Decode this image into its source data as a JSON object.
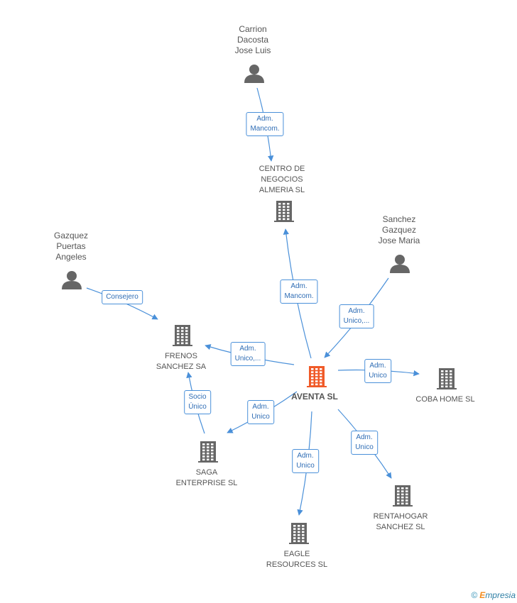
{
  "colors": {
    "edge": "#4a90d9",
    "building": "#666666",
    "center_building": "#f05a28",
    "person": "#666666"
  },
  "nodes": [
    {
      "id": "carrion",
      "kind": "person",
      "lines": [
        "Carrion",
        "Dacosta",
        "Jose Luis"
      ],
      "icon": "person-icon"
    },
    {
      "id": "centro",
      "kind": "company",
      "lines": [
        "CENTRO DE",
        "NEGOCIOS",
        "ALMERIA SL"
      ],
      "icon": "building-icon"
    },
    {
      "id": "sanchez",
      "kind": "person",
      "lines": [
        "Sanchez",
        "Gazquez",
        "Jose Maria"
      ],
      "icon": "person-icon"
    },
    {
      "id": "gazquez",
      "kind": "person",
      "lines": [
        "Gazquez",
        "Puertas",
        "Angeles"
      ],
      "icon": "person-icon"
    },
    {
      "id": "frenos",
      "kind": "company",
      "lines": [
        "FRENOS",
        "SANCHEZ SA"
      ],
      "icon": "building-icon"
    },
    {
      "id": "aventa",
      "kind": "center",
      "lines": [
        "AVENTA SL"
      ],
      "icon": "building-icon"
    },
    {
      "id": "coba",
      "kind": "company",
      "lines": [
        "COBA HOME SL"
      ],
      "icon": "building-icon"
    },
    {
      "id": "saga",
      "kind": "company",
      "lines": [
        "SAGA",
        "ENTERPRISE SL"
      ],
      "icon": "building-icon"
    },
    {
      "id": "rentahogar",
      "kind": "company",
      "lines": [
        "RENTAHOGAR",
        "SANCHEZ SL"
      ],
      "icon": "building-icon"
    },
    {
      "id": "eagle",
      "kind": "company",
      "lines": [
        "EAGLE",
        "RESOURCES  SL"
      ],
      "icon": "building-icon"
    }
  ],
  "edges": [
    {
      "from": "carrion",
      "to": "centro",
      "lines": [
        "Adm.",
        "Mancom."
      ]
    },
    {
      "from": "aventa",
      "to": "centro",
      "lines": [
        "Adm.",
        "Mancom."
      ]
    },
    {
      "from": "sanchez",
      "to": "aventa",
      "lines": [
        "Adm.",
        "Unico,..."
      ]
    },
    {
      "from": "gazquez",
      "to": "frenos",
      "lines": [
        "Consejero"
      ]
    },
    {
      "from": "aventa",
      "to": "frenos",
      "lines": [
        "Adm.",
        "Unico,..."
      ]
    },
    {
      "from": "aventa",
      "to": "coba",
      "lines": [
        "Adm.",
        "Unico"
      ]
    },
    {
      "from": "saga",
      "to": "frenos",
      "lines": [
        "Socio",
        "Único"
      ]
    },
    {
      "from": "aventa",
      "to": "saga",
      "lines": [
        "Adm.",
        "Unico"
      ]
    },
    {
      "from": "aventa",
      "to": "rentahogar",
      "lines": [
        "Adm.",
        "Unico"
      ]
    },
    {
      "from": "aventa",
      "to": "eagle",
      "lines": [
        "Adm.",
        "Unico"
      ]
    }
  ],
  "footer": {
    "copyright": "©",
    "brand_initial": "E",
    "brand_rest": "mpresia"
  }
}
